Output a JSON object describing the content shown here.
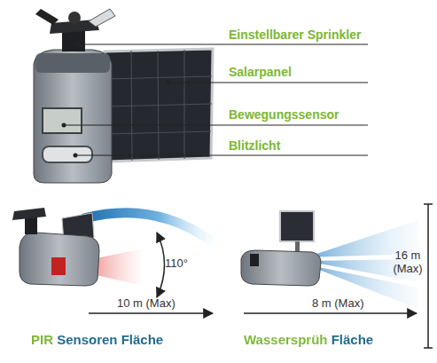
{
  "diagram": {
    "labels": [
      "Einstellbarer Sprinkler",
      "Salarpanel",
      "Bewegungssensor",
      "Blitzlicht",
      "110°",
      "10 m (Max)",
      "PIR Sensoren Fläche",
      "16 m (Max)",
      "8 m (Max)",
      "Wassersprüh Fläche"
    ]
  }
}
